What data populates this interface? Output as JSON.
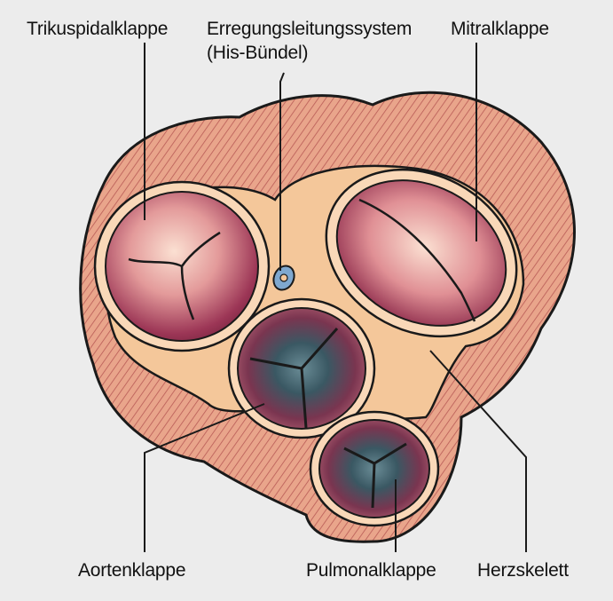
{
  "labels": {
    "tricuspid": "Trikuspidalklappe",
    "conduction_line1": "Erregungsleitungssystem",
    "conduction_line2": "(His-Bündel)",
    "mitral": "Mitralklappe",
    "aortic": "Aortenklappe",
    "pulmonary": "Pulmonalklappe",
    "skeleton": "Herzskelett"
  },
  "colors": {
    "background": "#ececec",
    "muscle": "#e9a58b",
    "muscle_stripe": "#b85a55",
    "fibrous_ring": "#f4c79a",
    "valve_dark": "#8c2c4a",
    "valve_light": "#f6c7b3",
    "semilunar_dark": "#2f4a55",
    "his_bundle": "#7fa8cf",
    "outline": "#1a1a1a"
  }
}
